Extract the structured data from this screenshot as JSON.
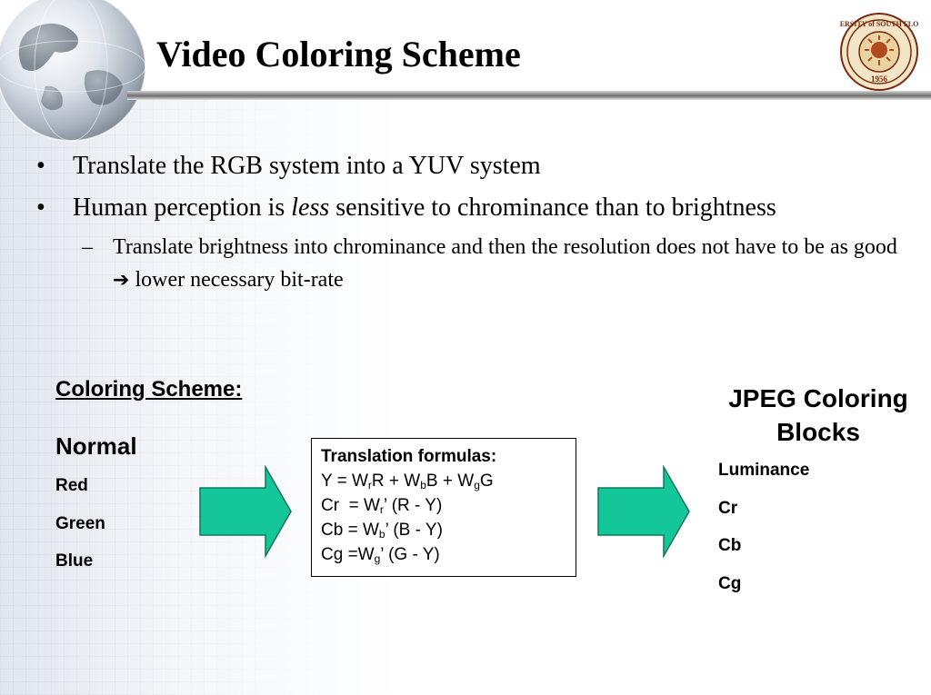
{
  "title": "Video Coloring Scheme",
  "seal": {
    "ring_text": "UNIVERSITY of SOUTH FLORIDA",
    "year": "1956"
  },
  "bullets": [
    {
      "text": "Translate the RGB system into a YUV system"
    },
    {
      "text_before": "Human perception is ",
      "emphasis": "less",
      "text_after": " sensitive to chrominance than to brightness"
    }
  ],
  "sub_bullet": {
    "text_before": "Translate brightness into chrominance and then the resolution does not have to be as good ",
    "text_after": " lower necessary bit-rate"
  },
  "coloring_scheme": {
    "heading": "Coloring Scheme:",
    "normal_label": "Normal",
    "items": [
      "Red",
      "Green",
      "Blue"
    ]
  },
  "formulas": {
    "heading": "Translation formulas:",
    "y_line": {
      "lhs": "Y = W",
      "s1": "r",
      "t1": "R + W",
      "s2": "b",
      "t2": "B + W",
      "s3": "g",
      "t3": "G"
    },
    "cr_line": {
      "lhs": "Cr  = W",
      "s1": "r",
      "rest": "’ (R - Y)"
    },
    "cb_line": {
      "lhs": "Cb = W",
      "s1": "b",
      "rest": "’ (B - Y)"
    },
    "cg_line": {
      "lhs": "Cg =W",
      "s1": "g",
      "rest": "’ (G - Y)"
    }
  },
  "jpeg": {
    "heading": "JPEG Coloring Blocks",
    "items": [
      "Luminance",
      "Cr",
      "Cb",
      "Cg"
    ]
  },
  "colors": {
    "arrow_fill": "#14c79a",
    "arrow_stroke": "#0a7a5c",
    "title_rule": "#7a7a7a"
  },
  "icons": {
    "globe": "globe-icon",
    "seal": "university-seal-icon",
    "arrow": "right-arrow-icon"
  }
}
